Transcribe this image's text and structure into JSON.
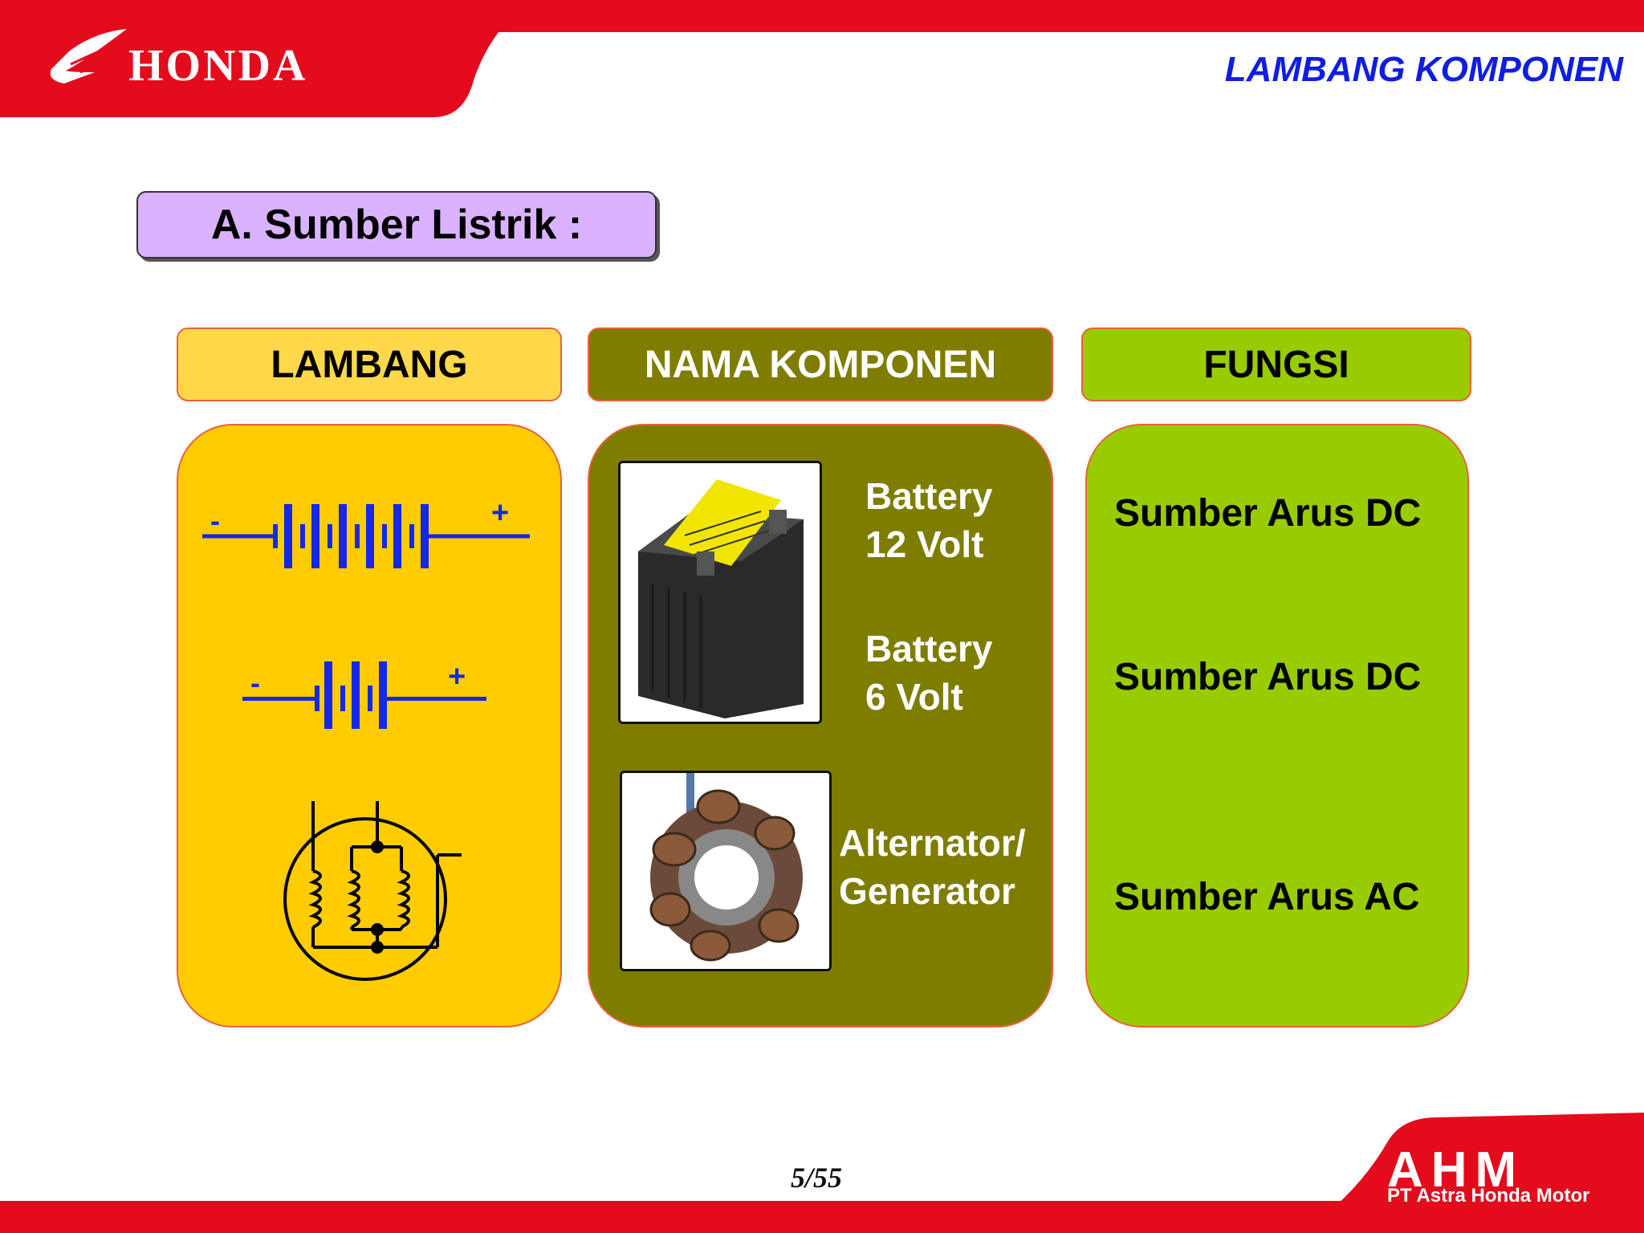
{
  "header": {
    "brand": "HONDA",
    "page_heading": "LAMBANG KOMPONEN"
  },
  "section_title": "A. Sumber Listrik :",
  "columns": {
    "lambang": "LAMBANG",
    "nama_komponen": "NAMA KOMPONEN",
    "fungsi": "FUNGSI"
  },
  "symbols": {
    "minus": "-",
    "plus": "+"
  },
  "components": [
    {
      "name_line1": "Battery",
      "name_line2": "12 Volt",
      "fungsi": "Sumber Arus DC"
    },
    {
      "name_line1": "Battery",
      "name_line2": "6 Volt",
      "fungsi": "Sumber Arus DC"
    },
    {
      "name_line1": "Alternator/",
      "name_line2": "Generator",
      "fungsi": "Sumber Arus AC"
    }
  ],
  "footer": {
    "page_number": "5/55",
    "logo": "AHM",
    "company": "PT Astra Honda Motor"
  },
  "colors": {
    "honda_red": "#e30b1c",
    "heading_blue": "#0f1ee0",
    "symbol_blue": "#1428e6",
    "lambang_yellow": "#ffcc00",
    "nama_olive": "#7f7d00",
    "fungsi_green": "#99cc00",
    "title_lavender": "#d9b3ff"
  },
  "icons": [
    "honda-wing-icon",
    "battery-12v-symbol",
    "battery-6v-symbol",
    "alternator-symbol"
  ]
}
